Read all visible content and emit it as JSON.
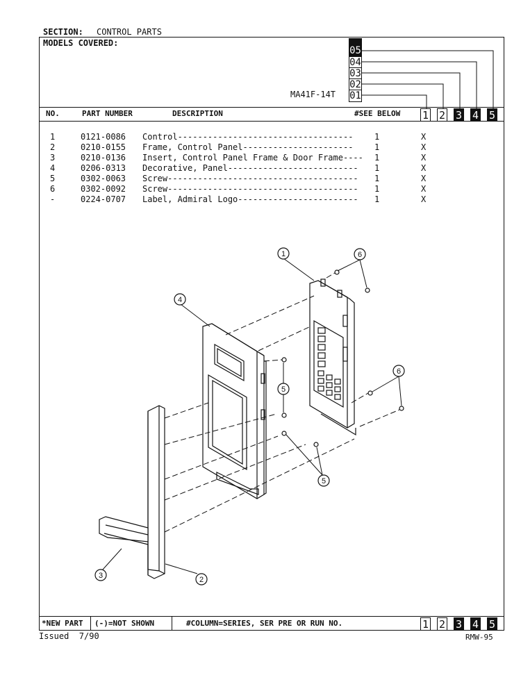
{
  "header": {
    "section_label": "SECTION:",
    "section_value": "CONTROL PARTS",
    "models_label": "MODELS COVERED:",
    "model_name": "MA41F-14T",
    "series_codes": [
      "05",
      "04",
      "03",
      "02",
      "01"
    ]
  },
  "columns": {
    "no": "NO.",
    "part_number": "PART NUMBER",
    "description": "DESCRIPTION",
    "see_below": "#SEE BELOW",
    "series": [
      "1",
      "2",
      "3",
      "4",
      "5"
    ]
  },
  "parts": [
    {
      "no": "1",
      "part": "0121-0086",
      "desc": "Control-----------------------------------",
      "qty": "1",
      "mark": "X"
    },
    {
      "no": "2",
      "part": "0210-0155",
      "desc": "Frame, Control Panel----------------------",
      "qty": "1",
      "mark": "X"
    },
    {
      "no": "3",
      "part": "0210-0136",
      "desc": "Insert, Control Panel Frame & Door Frame----",
      "qty": "1",
      "mark": "X"
    },
    {
      "no": "4",
      "part": "0206-0313",
      "desc": "Decorative, Panel--------------------------",
      "qty": "1",
      "mark": "X"
    },
    {
      "no": "5",
      "part": "0302-0063",
      "desc": "Screw--------------------------------------",
      "qty": "1",
      "mark": "X"
    },
    {
      "no": "6",
      "part": "0302-0092",
      "desc": "Screw--------------------------------------",
      "qty": "1",
      "mark": "X"
    },
    {
      "no": "-",
      "part": "0224-0707",
      "desc": "Label, Admiral Logo------------------------",
      "qty": "1",
      "mark": "X"
    }
  ],
  "callouts": [
    "1",
    "6",
    "4",
    "5",
    "6",
    "5",
    "3",
    "2"
  ],
  "footer": {
    "new_part": "*NEW PART",
    "not_shown": "(-)=NOT SHOWN",
    "column_note": "#COLUMN=SERIES, SER PRE OR RUN NO.",
    "series": [
      "1",
      "2",
      "3",
      "4",
      "5"
    ],
    "issued": "Issued  7/90",
    "doc_code": "RMW-95"
  }
}
